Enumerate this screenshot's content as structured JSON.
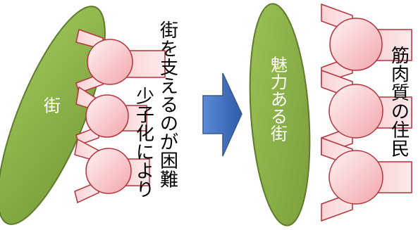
{
  "left_group": {
    "oval_label": "街",
    "caption_line1": "少子化により",
    "caption_line2": "街を支えるのが困難"
  },
  "right_group": {
    "oval_label": "魅力ある街",
    "caption": "筋肉質の住民"
  },
  "colors": {
    "oval_fill": "#8db04a",
    "oval_stroke": "#5e7d2c",
    "person_fill_light": "#fde8e8",
    "person_fill_dark": "#f3a9ad",
    "person_stroke": "#b5323c",
    "arrow_fill": "#4472c4"
  }
}
